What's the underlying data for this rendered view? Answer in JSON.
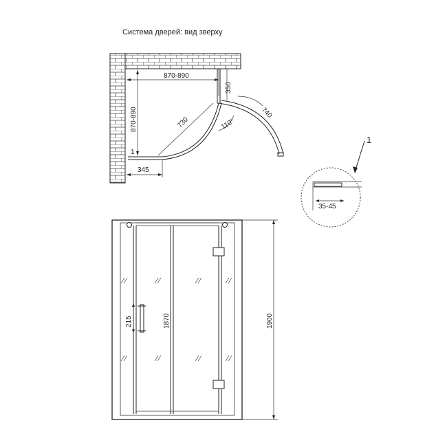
{
  "diagram": {
    "title": "Система дверей: вид зверху",
    "top_view": {
      "width_label": "870-890",
      "depth_label": "870-890",
      "radius_label": "730",
      "side_label": "350",
      "door_label": "740",
      "angle_label": "110°",
      "offset_label": "345",
      "callout_label": "1"
    },
    "detail": {
      "callout": "1",
      "gap_label": "35-45"
    },
    "front_view": {
      "total_height_label": "1900",
      "panel_height_label": "1870",
      "handle_label": "215"
    }
  }
}
